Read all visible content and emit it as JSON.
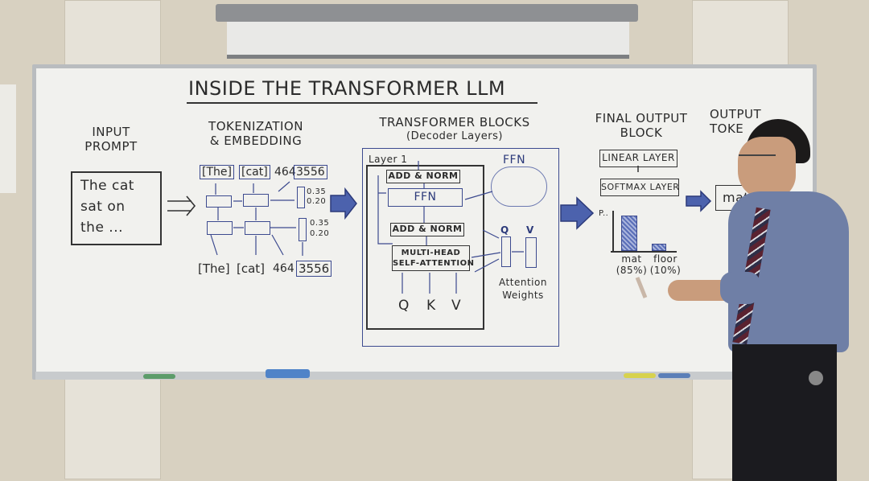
{
  "whiteboard": {
    "title": "INSIDE THE TRANSFORMER LLM",
    "input": {
      "heading_1": "INPUT",
      "heading_2": "PROMPT",
      "line_1": "The cat",
      "line_2": "sat on",
      "line_3": "the ..."
    },
    "tokenization": {
      "heading_1": "TOKENIZATION",
      "heading_2": "& EMBEDDING",
      "tokens_top": [
        "[The]",
        "[cat]",
        "464",
        "3556"
      ],
      "tokens_bottom": [
        "[The]",
        "[cat]",
        "464",
        "3556"
      ],
      "vector_values_1": [
        "0.35",
        "0.20"
      ],
      "vector_values_2": [
        "0.35",
        "0.20"
      ]
    },
    "transformer": {
      "heading_1": "TRANSFORMER BLOCKS",
      "heading_2": "(Decoder Layers)",
      "layer_label": "Layer 1",
      "add_norm_top": "ADD & NORM",
      "ffn": "FFN",
      "add_norm_bottom": "ADD & NORM",
      "attention_1": "MULTI-HEAD",
      "attention_2": "SELF-ATTENTION",
      "inputs": [
        "Q",
        "K",
        "V"
      ],
      "ffn_cloud_label": "FFN",
      "qv_labels": [
        "Q",
        "V"
      ],
      "attention_weights_1": "Attention",
      "attention_weights_2": "Weights"
    },
    "final_output": {
      "heading_1": "FINAL OUTPUT",
      "heading_2": "BLOCK",
      "linear_layer": "LINEAR LAYER",
      "softmax_layer": "SOFTMAX LAYER",
      "y_axis_label": "P..",
      "bars": [
        {
          "label": "mat",
          "percent_label": "(85%)",
          "value": 85
        },
        {
          "label": "floor",
          "percent_label": "(10%)",
          "value": 10
        }
      ]
    },
    "output_token": {
      "heading_1": "OUTPUT",
      "heading_2": "TOKE",
      "token": "mat"
    }
  },
  "colors": {
    "marker_black": "#2b2b2b",
    "marker_blue": "#2c3a7a",
    "board": "#f1f1ee",
    "wall": "#d8d1c1",
    "shirt": "#6f7fa6",
    "tie": "#5a2230"
  }
}
